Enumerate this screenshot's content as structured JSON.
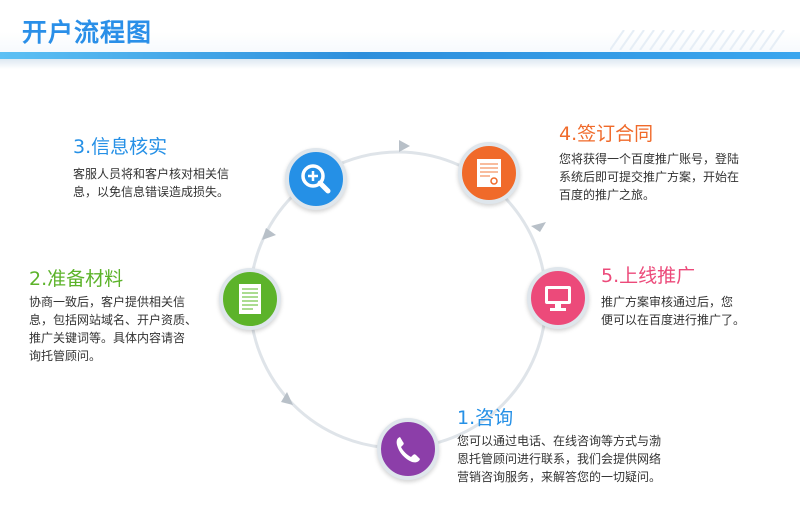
{
  "header": {
    "title": "开户流程图"
  },
  "steps": [
    {
      "id": "consult",
      "title": "1.咨询",
      "color": "#8c3ea9",
      "desc": [
        "您可以通过电话、在线咨询等方式与渤",
        "恩托管顾问进行联系，我们会提供网络",
        "营销咨询服务，来解答您的一切疑问。"
      ],
      "icon": "phone-icon"
    },
    {
      "id": "materials",
      "title": "2.准备材料",
      "color": "#5cb32a",
      "desc": [
        "协商一致后，客户提供相关信",
        "息，包括网站域名、开户资质、",
        "推广关键词等。具体内容请咨",
        "询托管顾问。"
      ],
      "icon": "document-icon"
    },
    {
      "id": "verify",
      "title": "3.信息核实",
      "color": "#2590e6",
      "desc": [
        "客服人员将和客户核对相关信",
        "息，以免信息错误造成损失。"
      ],
      "icon": "magnifier-plus-icon"
    },
    {
      "id": "contract",
      "title": "4.签订合同",
      "color": "#f06a2a",
      "desc": [
        "您将获得一个百度推广账号，登陆",
        "系统后即可提交推广方案，开始在",
        "百度的推广之旅。"
      ],
      "icon": "contract-icon"
    },
    {
      "id": "launch",
      "title": "5.上线推广",
      "color": "#ec4a7a",
      "desc": [
        "推广方案审核通过后，您",
        "便可以在百度进行推广了。"
      ],
      "icon": "monitor-icon"
    }
  ]
}
